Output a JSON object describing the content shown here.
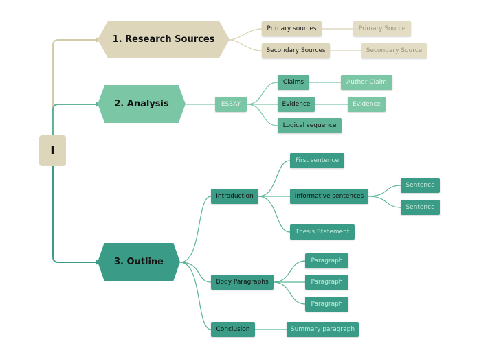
{
  "colors": {
    "beige": "#ddd6bb",
    "beige_light": "#e4ddc5",
    "beige_line": "#cfc7a3",
    "mint": "#7bc6a5",
    "green_mid": "#5fb497",
    "teal": "#3a9c86",
    "teal_line": "#5bb49a"
  },
  "root": {
    "label": "I"
  },
  "topics": [
    {
      "label": "1. Research Sources"
    },
    {
      "label": "2. Analysis"
    },
    {
      "label": "3. Outline"
    }
  ],
  "research": {
    "primary": "Primary sources",
    "primary_child": "Primary Source",
    "secondary": "Secondary Sources",
    "secondary_child": "Secondary Source"
  },
  "analysis": {
    "essay": "ESSAY",
    "claims": "Claims",
    "claims_child": "Author Claim",
    "evidence": "Evidence",
    "evidence_child": "Evidence",
    "logical": "Logical sequence"
  },
  "outline": {
    "introduction": "Introduction",
    "first_sentence": "First sentence",
    "informative": "Informative sentences",
    "sentence1": "Sentence",
    "sentence2": "Sentence",
    "thesis": "Thesis Statement",
    "body": "Body Paragraphs",
    "paragraph1": "Paragraph",
    "paragraph2": "Paragraph",
    "paragraph3": "Paragraph",
    "conclusion": "Conclusion",
    "summary": "Summary paragraph"
  }
}
